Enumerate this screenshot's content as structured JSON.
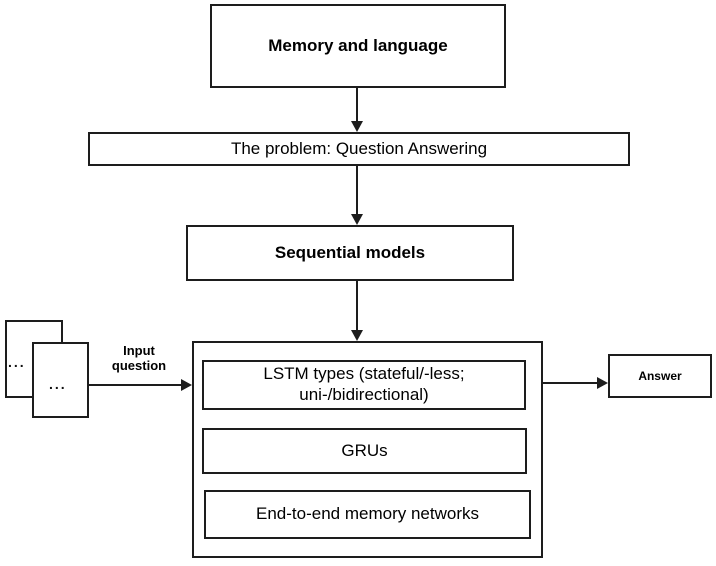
{
  "diagram": {
    "nodes": {
      "memory": "Memory and language",
      "problem": "The problem: Question Answering",
      "sequential": "Sequential models",
      "models": [
        "LSTM types (stateful/-less; uni-/bidirectional)",
        "GRUs",
        "End-to-end memory networks"
      ],
      "answer": "Answer"
    },
    "labels": {
      "input": "Input question",
      "doc_dots": "..."
    },
    "colors": {
      "line": "#1d1d1d",
      "background": "#ffffff",
      "text": "#000000"
    }
  }
}
